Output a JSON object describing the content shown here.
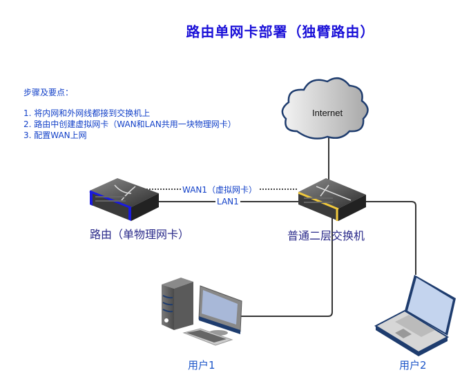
{
  "title": "路由单网卡部署（独臂路由）",
  "steps": {
    "heading": "步骤及要点：",
    "items": [
      "1. 将内网和外网线都接到交换机上",
      "2. 路由中创建虚拟网卡（WAN和LAN共用一块物理网卡）",
      "3. 配置WAN上网"
    ]
  },
  "nodes": {
    "internet": {
      "label": "Internet",
      "icon": "cloud-icon"
    },
    "router": {
      "label": "路由（单物理网卡）",
      "icon": "router-icon",
      "accent": "#1a1ae0"
    },
    "switch": {
      "label": "普通二层交换机",
      "icon": "switch-icon",
      "accent": "#f0c83c"
    },
    "user1": {
      "label": "用户1",
      "icon": "desktop-pc-icon"
    },
    "user2": {
      "label": "用户2",
      "icon": "laptop-icon"
    }
  },
  "links": {
    "wan": {
      "label": "WAN1（虚拟网卡）",
      "style": "dotted"
    },
    "lan": {
      "label": "LAN1",
      "style": "solid"
    }
  },
  "colors": {
    "title": "#1a10d8",
    "text": "#1240c8",
    "line": "#333333"
  }
}
